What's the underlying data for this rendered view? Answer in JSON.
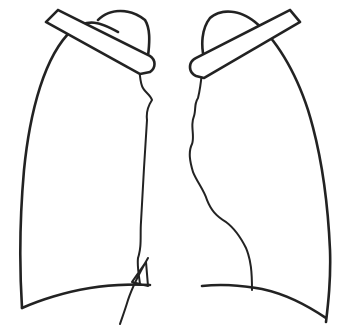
{
  "figure": {
    "subject": "chest-radiograph-lung-outline-sketch",
    "parts": [
      {
        "id": "right-lung",
        "side": "right"
      },
      {
        "id": "left-lung",
        "side": "left"
      },
      {
        "id": "right-clavicle",
        "side": "right"
      },
      {
        "id": "left-clavicle",
        "side": "left"
      }
    ]
  },
  "colors": {
    "background": "#ffffff",
    "line": "#222222"
  }
}
